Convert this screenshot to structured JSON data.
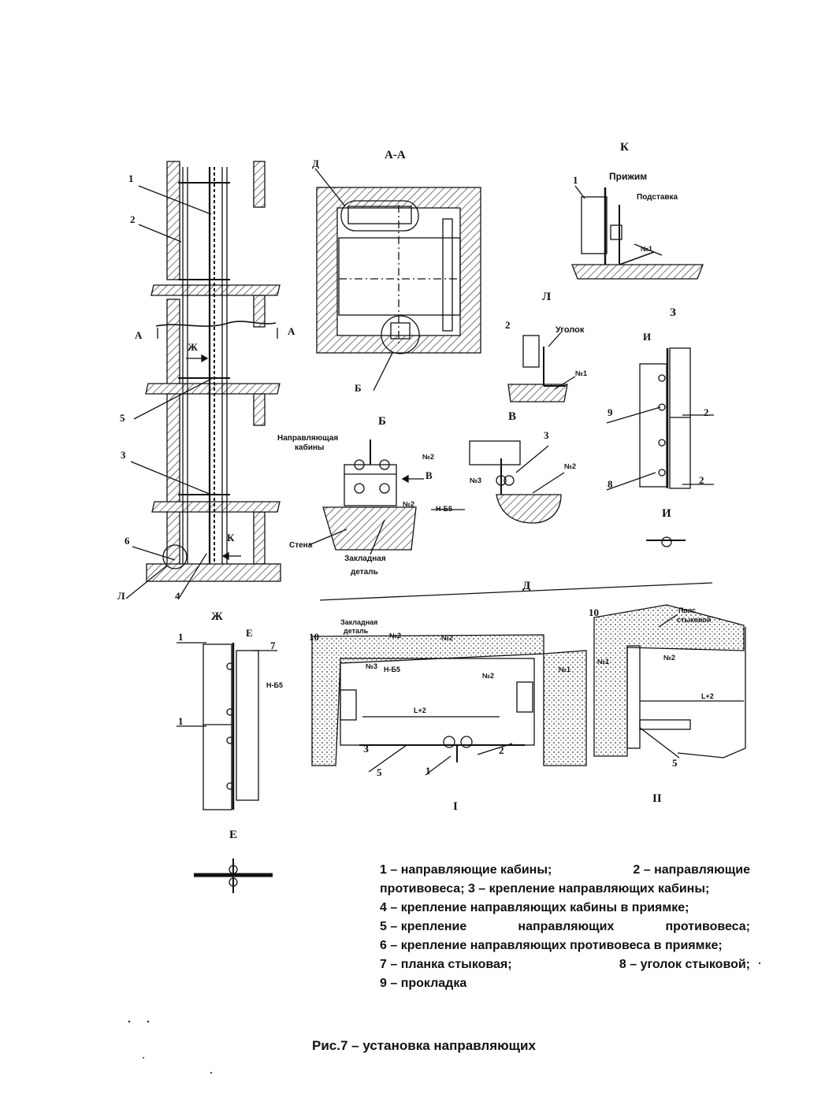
{
  "views": {
    "aa": "А-А",
    "k": "К",
    "l": "Л",
    "z": "З",
    "b": "Б",
    "v": "В",
    "i": "И",
    "d": "Д",
    "zh": "Ж",
    "e": "Е",
    "roman1": "I",
    "roman2": "II"
  },
  "callouts": {
    "n1": "1",
    "n2": "2",
    "n3": "3",
    "n4": "4",
    "n5": "5",
    "n6": "6",
    "n7": "7",
    "n8": "8",
    "n9": "9",
    "n10": "10"
  },
  "section_marks": {
    "a_left": "А",
    "a_right": "А",
    "zh_arrow": "Ж",
    "k_arrow": "К",
    "l_circle": "Л",
    "d_circle": "Д",
    "b_circle": "Б",
    "e_arrow": "Е",
    "i_arrow": "И",
    "z_arrow": "З",
    "v_arrow": "В"
  },
  "annotations": {
    "prizhim": "Прижим",
    "podstavka": "Подставка",
    "ugolok": "Уголок",
    "no1": "№1",
    "no2": "№2",
    "no3": "№3",
    "napr_kabiny_1": "Направляющая",
    "napr_kabiny_2": "кабины",
    "stena": "Стена",
    "zakladnaya_1": "Закладная",
    "zakladnaya_2": "деталь",
    "poyas_1": "Пояс",
    "poyas_2": "стыковой",
    "lplus2": "L+2",
    "h5": "Н-Б5"
  },
  "legend": {
    "line1_a": "1 – направляющие  кабины;",
    "line1_b": "2 – направляющие",
    "line2": "противовеса; 3 – крепление направляющих кабины;",
    "line3": "4 – крепление  направляющих кабины в приямке;",
    "line4_a": "5 – крепление",
    "line4_b": "направляющих",
    "line4_c": "противовеса;",
    "line5": "6 – крепление  направляющих противовеса в приямке;",
    "line6_a": "7 – планка  стыковая;",
    "line6_b": "8 – уголок  стыковой;",
    "line7": "9 – прокладка"
  },
  "caption": "Рис.7 – установка направляющих"
}
